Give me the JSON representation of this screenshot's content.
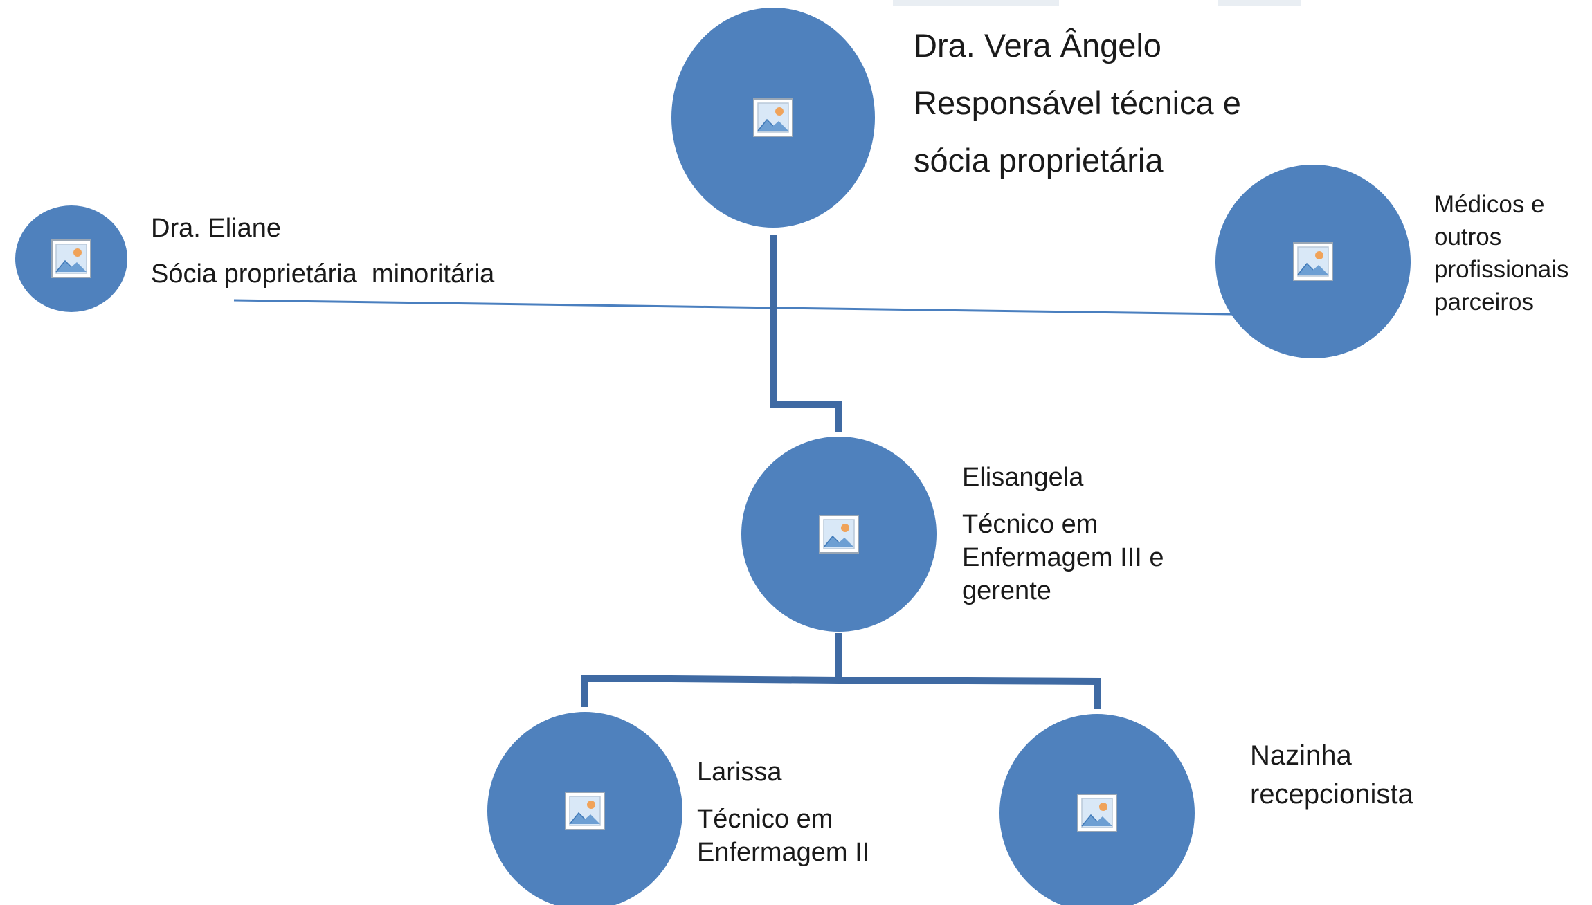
{
  "nodes": {
    "vera": {
      "name": "Dra. Vera Ângelo",
      "role_lines": [
        "Responsável técnica e",
        "sócia proprietária"
      ]
    },
    "eliane": {
      "name": "Dra. Eliane",
      "role": "Sócia proprietária  minoritária"
    },
    "medicos": {
      "lines": [
        "Médicos e",
        "outros",
        "profissionais",
        "parceiros"
      ]
    },
    "elisangela": {
      "name": "Elisangela",
      "role_lines": [
        "Técnico em",
        "Enfermagem III e",
        "gerente"
      ]
    },
    "larissa": {
      "name": "Larissa",
      "role_lines": [
        "Técnico em",
        "Enfermagem II"
      ]
    },
    "nazinha": {
      "lines": [
        "Nazinha",
        "recepcionista"
      ]
    }
  },
  "colors": {
    "node": "#4f81bd",
    "connector": "#3f6aa3",
    "thin_line": "#4a7fbf"
  },
  "icons": {
    "node_placeholder": "image-placeholder-icon"
  }
}
